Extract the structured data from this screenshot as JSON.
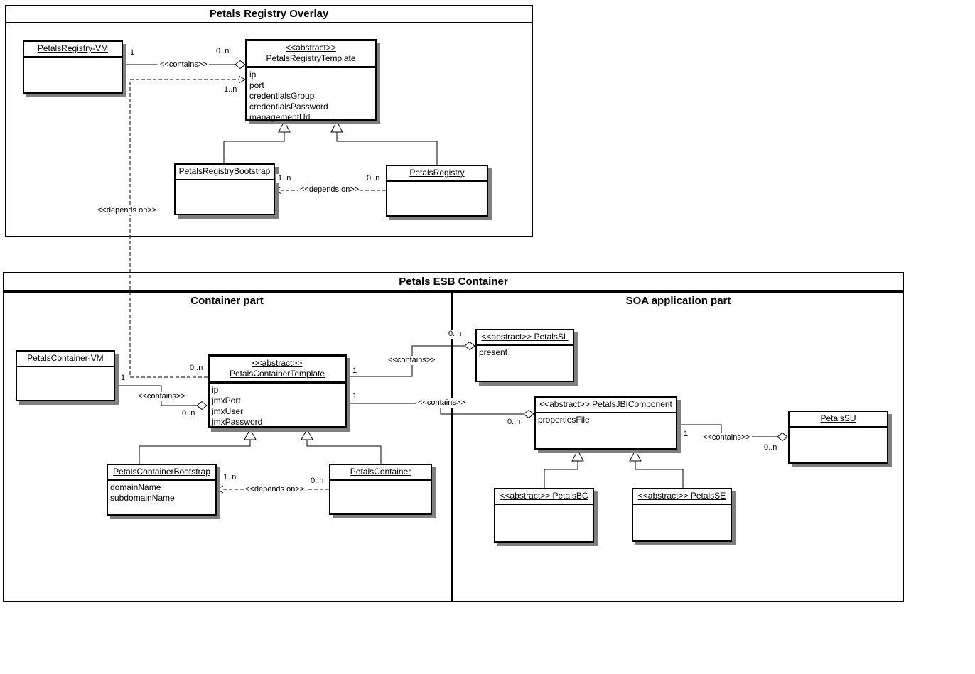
{
  "diagram": {
    "background": "#ffffff",
    "line_color": "#000000",
    "shadow_color": "#7f7f7f",
    "frames": {
      "registry_overlay": {
        "title": "Petals Registry Overlay"
      },
      "esb_container": {
        "title": "Petals ESB Container",
        "container_part": "Container part",
        "soa_part": "SOA application part"
      }
    },
    "classes": {
      "registry_vm": {
        "name": "PetalsRegistry-VM"
      },
      "registry_template": {
        "stereotype": "<<abstract>>",
        "name": "PetalsRegistryTemplate",
        "attributes": [
          "ip",
          "port",
          "credentialsGroup",
          "credentialsPassword",
          "managementUrl"
        ]
      },
      "registry_bootstrap": {
        "name": "PetalsRegistryBootstrap"
      },
      "registry": {
        "name": "PetalsRegistry"
      },
      "container_vm": {
        "name": "PetalsContainer-VM"
      },
      "container_template": {
        "stereotype": "<<abstract>>",
        "name": "PetalsContainerTemplate",
        "attributes": [
          "ip",
          "jmxPort",
          "jmxUser",
          "jmxPassword"
        ]
      },
      "container_bootstrap": {
        "name": "PetalsContainerBootstrap",
        "attributes": [
          "domainName",
          "subdomainName"
        ]
      },
      "container": {
        "name": "PetalsContainer"
      },
      "sl": {
        "name": "<<abstract>> PetalsSL",
        "attributes": [
          "present"
        ]
      },
      "jbi_component": {
        "name": "<<abstract>> PetalsJBIComponent",
        "attributes": [
          "propertiesFile"
        ]
      },
      "su": {
        "name": "PetalsSU"
      },
      "bc": {
        "name": "<<abstract>> PetalsBC"
      },
      "se": {
        "name": "<<abstract>> PetalsSE"
      }
    },
    "labels": {
      "contains": "<<contains>>",
      "depends_on": "<<depends on>>",
      "one": "1",
      "zero_n": "0..n",
      "one_n": "1..n"
    }
  }
}
